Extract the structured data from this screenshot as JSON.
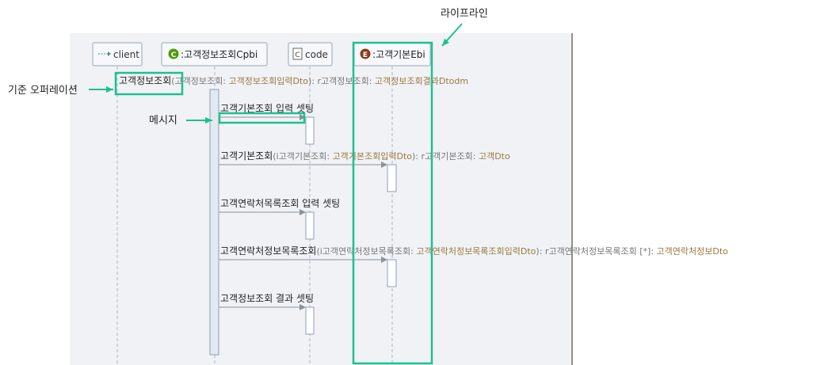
{
  "annotations": {
    "lifeline_label": "라이프라인",
    "base_operation_label": "기준 오퍼레이션",
    "message_label": "메시지"
  },
  "participants": [
    {
      "name": "client",
      "icon": "actor-arrow-icon"
    },
    {
      "name": ":고객정보조회Cpbi",
      "icon": "C"
    },
    {
      "name": "code",
      "icon": "class-icon"
    },
    {
      "name": ":고객기본Ebi",
      "icon": "E"
    }
  ],
  "operation": {
    "name": "고객정보조회",
    "open": "(",
    "param_name": "고객정보조회",
    "param_type": "고객정보조회입력Dto",
    "close": "):",
    "return_name": "r고객정보조회",
    "return_type": "고객정보조회결과Dtodm"
  },
  "messages": [
    {
      "name": "고객기본조회 입력 셋팅"
    },
    {
      "name": "고객기본조회",
      "open": "(",
      "param_name": "i고객기본조회",
      "param_type": "고객기본조회입력Dto",
      "close": "):",
      "return_name": "r고객기본조회",
      "return_type": "고객Dto"
    },
    {
      "name": "고객연락처목록조회 입력 셋팅"
    },
    {
      "name": "고객연락처정보목록조회",
      "open": "(",
      "param_name": "i고객연락처정보목록조회",
      "param_type": "고객연락처정보목록조회입력Dto",
      "close": "):",
      "return_name": "r고객연락처정보목록조회 [*]",
      "return_type": "고객연락처정보Dto"
    },
    {
      "name": "고객정보조회 결과 셋팅"
    }
  ],
  "colors": {
    "highlight": "#1fbf92",
    "frame_bg": "#f0f2f6",
    "type_text": "#9a7a3c",
    "muted_text": "#777777",
    "main_text": "#222222",
    "c_badge": "#4e9a06",
    "e_badge": "#8b3a1a"
  }
}
